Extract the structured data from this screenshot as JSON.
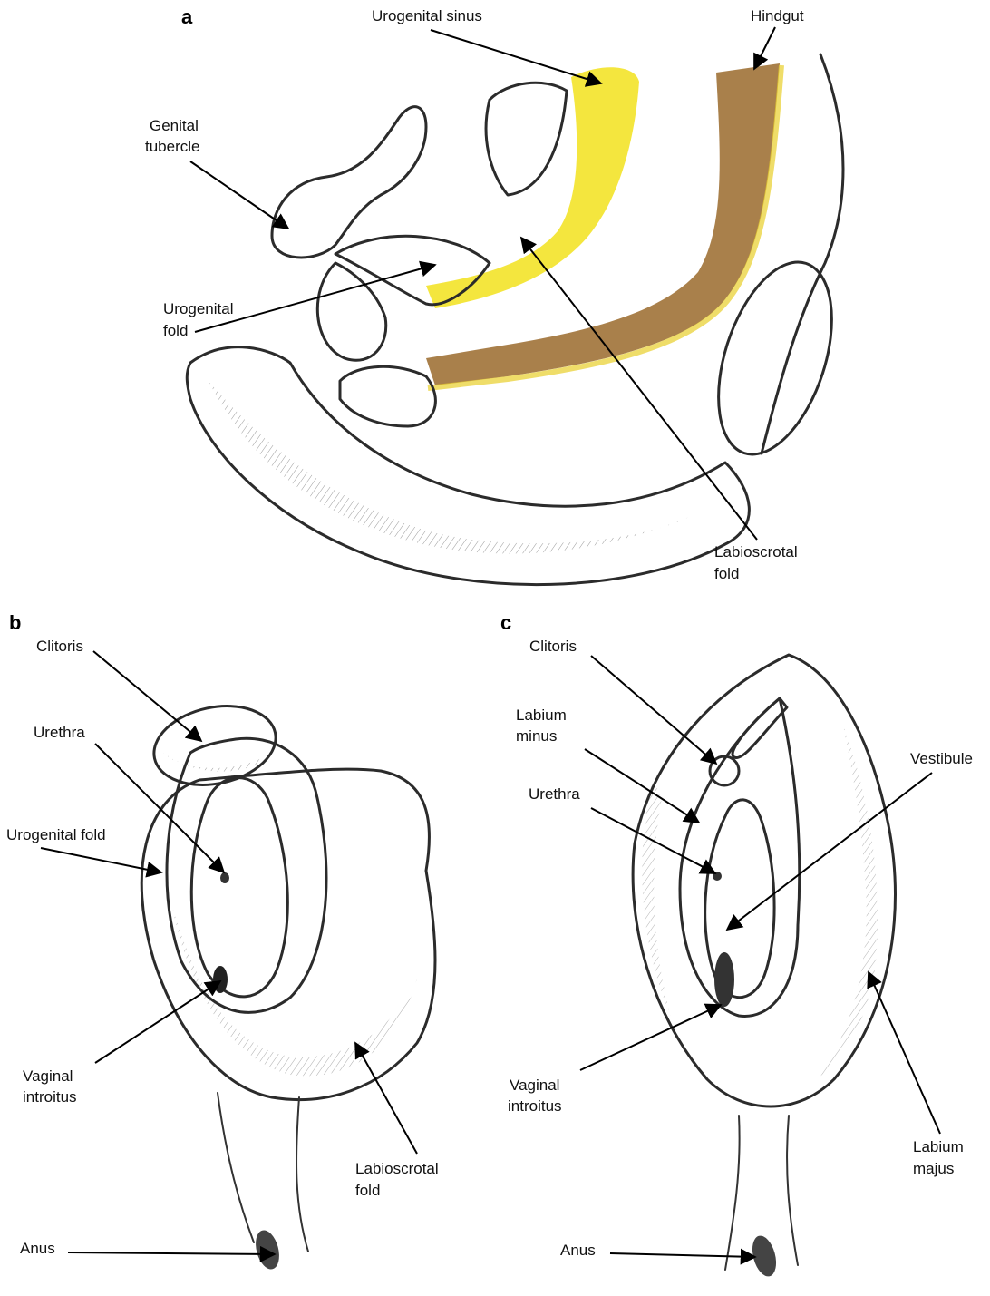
{
  "panels": {
    "a": {
      "letter": "a",
      "labels": {
        "urogenital_sinus": "Urogenital sinus",
        "hindgut": "Hindgut",
        "genital_tubercle_1": "Genital",
        "genital_tubercle_2": "tubercle",
        "urogenital_fold_1": "Urogenital",
        "urogenital_fold_2": "fold",
        "labioscrotal_fold_1": "Labioscrotal",
        "labioscrotal_fold_2": "fold"
      }
    },
    "b": {
      "letter": "b",
      "labels": {
        "clitoris": "Clitoris",
        "urethra": "Urethra",
        "urogenital_fold": "Urogenital fold",
        "vaginal_introitus_1": "Vaginal",
        "vaginal_introitus_2": "introitus",
        "labioscrotal_fold_1": "Labioscrotal",
        "labioscrotal_fold_2": "fold",
        "anus": "Anus"
      }
    },
    "c": {
      "letter": "c",
      "labels": {
        "clitoris": "Clitoris",
        "labium_minus_1": "Labium",
        "labium_minus_2": "minus",
        "urethra": "Urethra",
        "vestibule": "Vestibule",
        "vaginal_introitus_1": "Vaginal",
        "vaginal_introitus_2": "introitus",
        "labium_majus_1": "Labium",
        "labium_majus_2": "majus",
        "anus": "Anus"
      }
    }
  },
  "colors": {
    "urogenital_sinus": "#f2e21c",
    "hindgut": "#9a6a2c",
    "line": "#2b2b2b",
    "hatch": "#555555"
  }
}
